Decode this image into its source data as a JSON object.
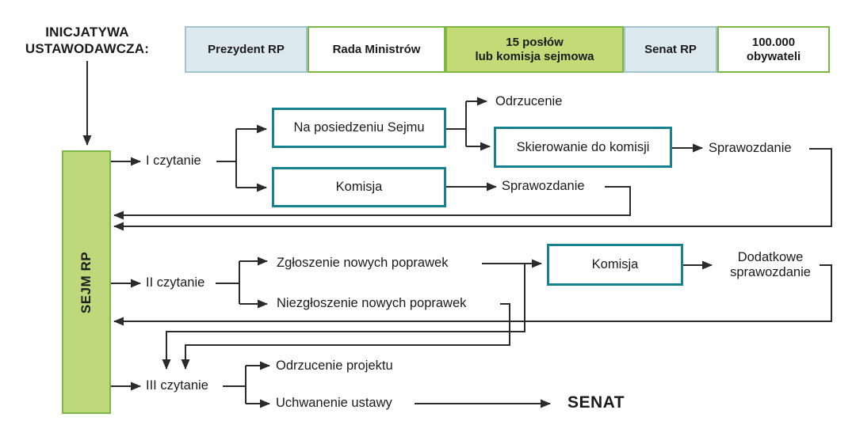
{
  "colors": {
    "green-fill": "#c3db77",
    "green-border": "#7cb944",
    "sejm-fill": "#bdd97b",
    "blue-fill": "#dceaef",
    "blue-border": "#a2c3cf",
    "teal-border": "#17828f",
    "line": "#2b2b2b",
    "text": "#1b1b1b"
  },
  "header": {
    "title_line1": "INICJATYWA",
    "title_line2": "USTAWODAWCZA:"
  },
  "initiative_bar": {
    "items": [
      {
        "label": "Prezydent RP"
      },
      {
        "label": "Rada Ministrów"
      },
      {
        "line1": "15 posłów",
        "line2": "lub komisja sejmowa"
      },
      {
        "label": "Senat RP"
      },
      {
        "line1": "100.000",
        "line2": "obywateli"
      }
    ]
  },
  "sejm": {
    "label": "SEJM RP"
  },
  "readings": {
    "first": "I czytanie",
    "second": "II czytanie",
    "third": "III czytanie"
  },
  "boxes": {
    "plenary": "Na posiedzeniu Sejmu",
    "committee1": "Komisja",
    "referral": "Skierowanie do komisji",
    "committee2": "Komisja"
  },
  "outcomes": {
    "rejection": "Odrzucenie",
    "report_top": "Sprawozdanie",
    "report_mid": "Sprawozdanie",
    "new_amendments": "Zgłoszenie nowych poprawek",
    "no_new_amendments": "Niezgłoszenie nowych poprawek",
    "additional_report_line1": "Dodatkowe",
    "additional_report_line2": "sprawozdanie",
    "project_rejection": "Odrzucenie projektu",
    "act_passing": "Uchwanenie ustawy",
    "senate": "SENAT"
  }
}
